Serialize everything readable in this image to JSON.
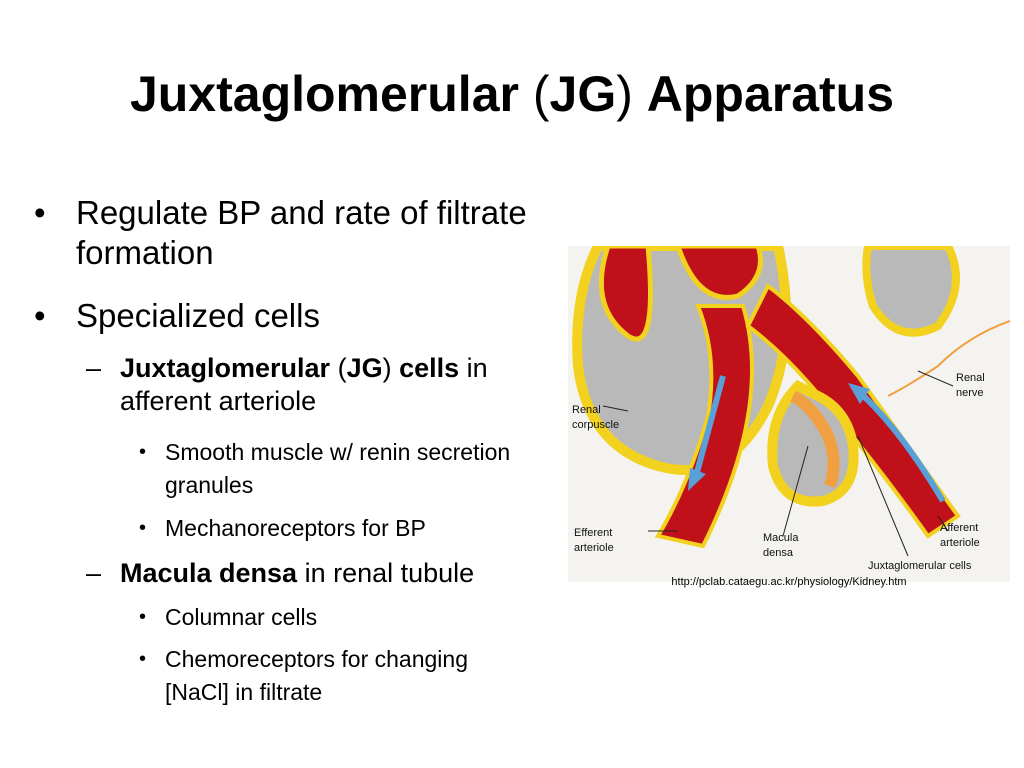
{
  "title": {
    "part1": "Juxtaglomerular",
    "paren_open": " (",
    "part2": "JG",
    "paren_close": ") ",
    "part3": "Apparatus"
  },
  "bullets": {
    "b1_line1": "Regulate BP and rate of filtrate",
    "b1_line2": "formation",
    "b2": "Specialized cells",
    "s1_bold1": "Juxtaglomerular",
    "s1_paren_open": " (",
    "s1_bold2": "JG",
    "s1_paren_close": ") ",
    "s1_bold3": "cells",
    "s1_rest": " in",
    "s1_line2": "afferent arteriole",
    "s1a_line1": "Smooth muscle w/ renin secretion",
    "s1a_line2": "granules",
    "s1b": "Mechanoreceptors for BP",
    "s2_bold": "Macula densa",
    "s2_rest": " in renal tubule",
    "s2a": "Columnar cells",
    "s2b_line1": "Chemoreceptors for changing",
    "s2b_line2": "[NaCl] in filtrate"
  },
  "figure": {
    "labels": {
      "renal_corpuscle_1": "Renal",
      "renal_corpuscle_2": "corpuscle",
      "renal_nerve_1": "Renal",
      "renal_nerve_2": "nerve",
      "efferent_1": "Efferent",
      "efferent_2": "arteriole",
      "macula_1": "Macula",
      "macula_2": "densa",
      "afferent_1": "Afferent",
      "afferent_2": "arteriole",
      "jg_cells": "Juxtaglomerular cells"
    },
    "caption": "http://pclab.cataegu.ac.kr/physiology/Kidney.htm",
    "colors": {
      "artery_red": "#c0111a",
      "cell_yellow": "#f2d21e",
      "capsule_gray": "#b9b9b9",
      "tubule_orange": "#f0a040",
      "flow_blue": "#5aa0d8"
    }
  }
}
